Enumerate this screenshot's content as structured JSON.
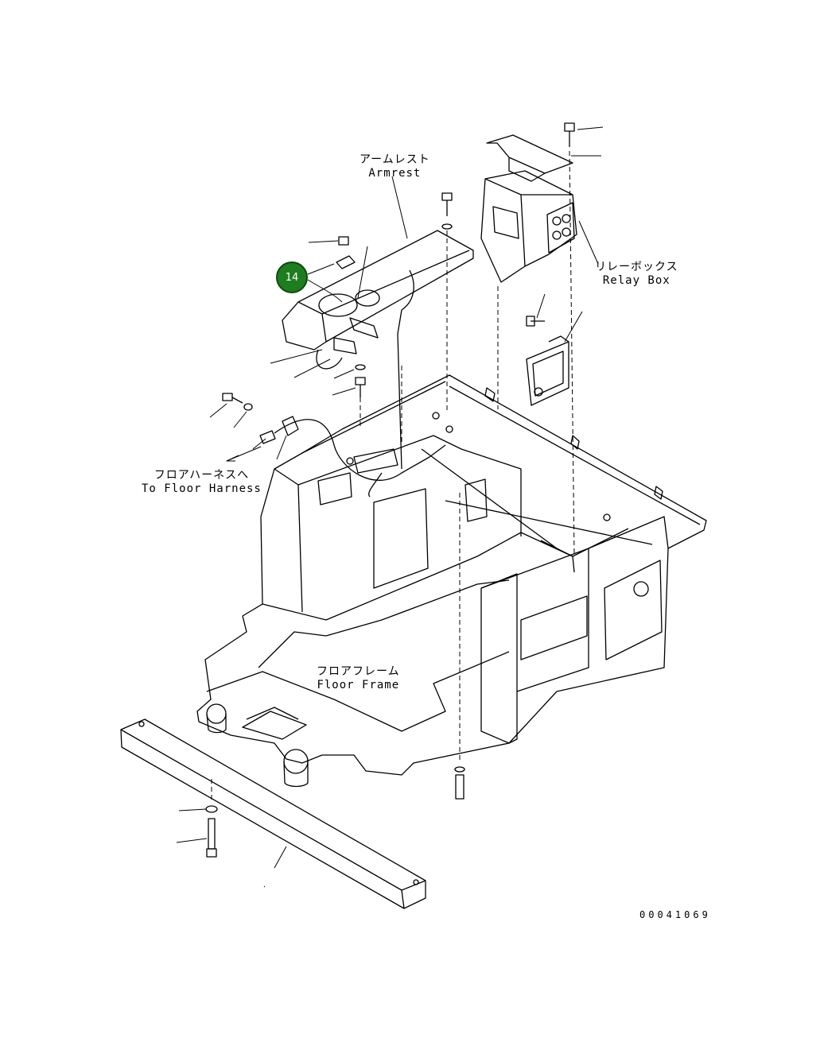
{
  "labels": {
    "armrest_jp": "アームレスト",
    "armrest_en": "Armrest",
    "relay_box_jp": "リレーボックス",
    "relay_box_en": "Relay Box",
    "floor_harness_jp": "フロアハーネスへ",
    "floor_harness_en": "To Floor Harness",
    "floor_frame_jp": "フロアフレーム",
    "floor_frame_en": "Floor Frame"
  },
  "callout": {
    "number": "14",
    "color": "#1e7d1e"
  },
  "drawing_number": "00041069"
}
